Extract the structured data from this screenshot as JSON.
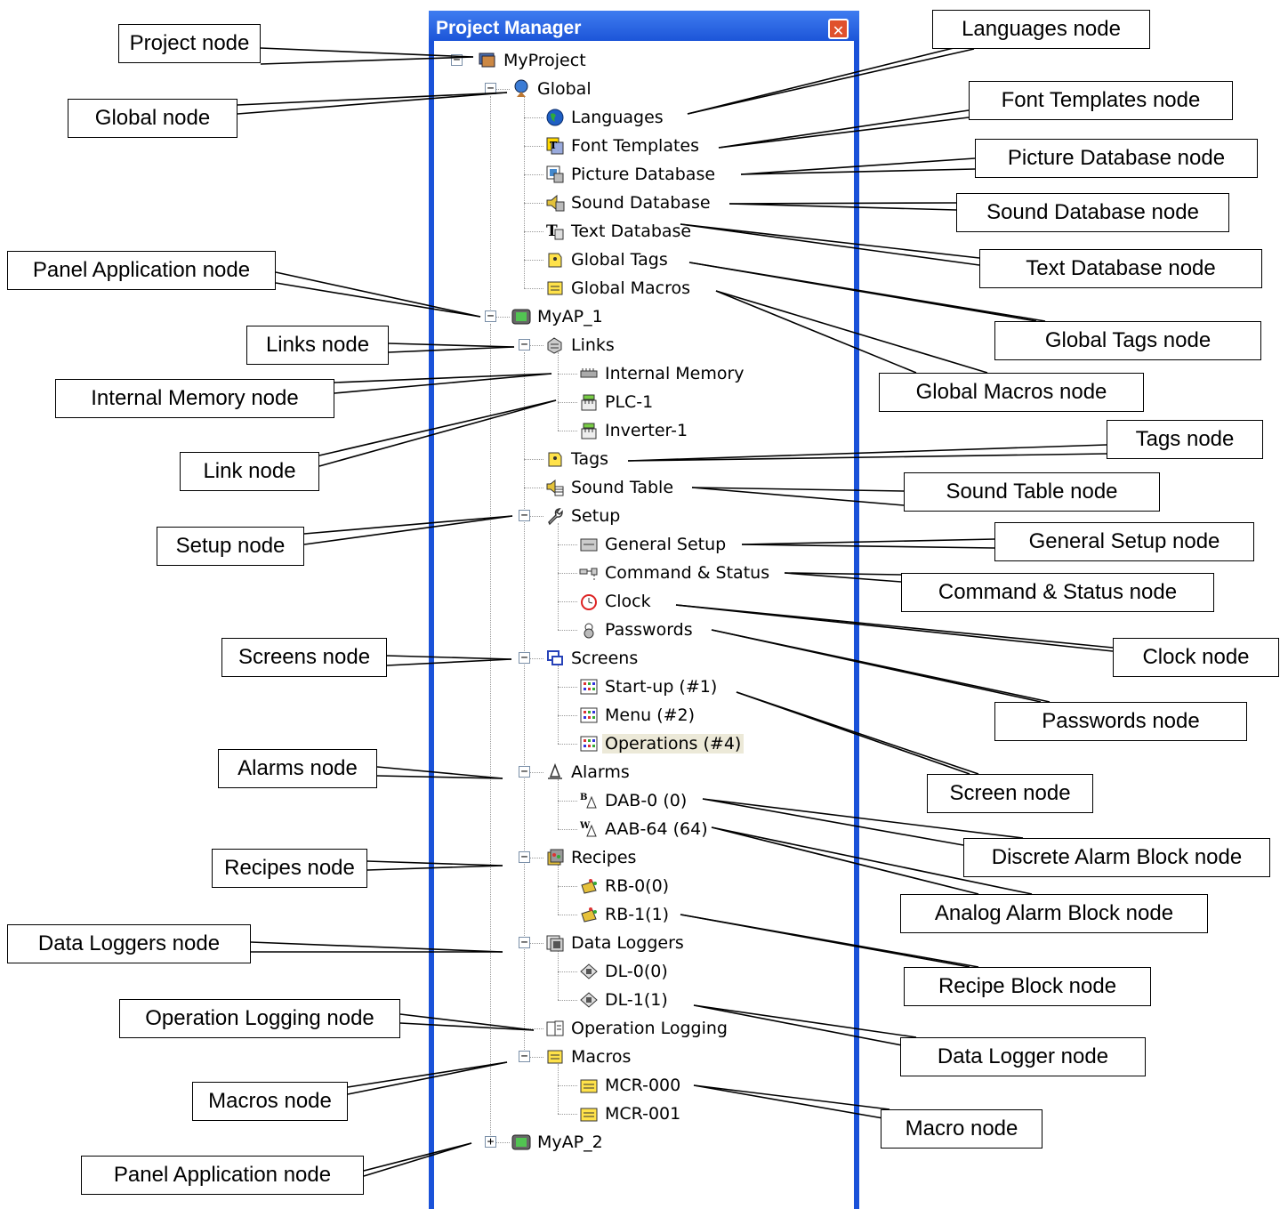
{
  "window": {
    "title": "Project Manager",
    "close_symbol": "✕"
  },
  "tree": [
    {
      "id": "myproject",
      "label": "MyProject",
      "icon": "project-icon",
      "expander": "minus"
    },
    {
      "id": "global",
      "label": "Global",
      "icon": "globe-person-icon",
      "expander": "minus"
    },
    {
      "id": "languages",
      "label": "Languages",
      "icon": "globe-icon"
    },
    {
      "id": "font-templates",
      "label": "Font Templates",
      "icon": "font-template-icon"
    },
    {
      "id": "picture-database",
      "label": "Picture Database",
      "icon": "picture-database-icon"
    },
    {
      "id": "sound-database",
      "label": "Sound Database",
      "icon": "sound-database-icon"
    },
    {
      "id": "text-database",
      "label": "Text Database",
      "icon": "text-database-icon"
    },
    {
      "id": "global-tags",
      "label": "Global Tags",
      "icon": "tags-icon"
    },
    {
      "id": "global-macros",
      "label": "Global Macros",
      "icon": "macros-icon"
    },
    {
      "id": "myap-1",
      "label": "MyAP_1",
      "icon": "panel-icon",
      "expander": "minus"
    },
    {
      "id": "links",
      "label": "Links",
      "icon": "links-icon",
      "expander": "minus"
    },
    {
      "id": "internal-memory",
      "label": "Internal Memory",
      "icon": "memory-chip-icon"
    },
    {
      "id": "plc-1",
      "label": "PLC-1",
      "icon": "plc-icon"
    },
    {
      "id": "inverter-1",
      "label": "Inverter-1",
      "icon": "plc-icon"
    },
    {
      "id": "tags",
      "label": "Tags",
      "icon": "tags-icon"
    },
    {
      "id": "sound-table",
      "label": "Sound Table",
      "icon": "sound-table-icon"
    },
    {
      "id": "setup",
      "label": "Setup",
      "icon": "wrench-icon",
      "expander": "minus"
    },
    {
      "id": "general-setup",
      "label": "General Setup",
      "icon": "general-setup-icon"
    },
    {
      "id": "command-status",
      "label": "Command & Status",
      "icon": "command-status-icon"
    },
    {
      "id": "clock",
      "label": "Clock",
      "icon": "clock-icon"
    },
    {
      "id": "passwords",
      "label": "Passwords",
      "icon": "password-icon"
    },
    {
      "id": "screens",
      "label": "Screens",
      "icon": "screens-icon",
      "expander": "minus"
    },
    {
      "id": "startup",
      "label": "Start-up (#1)",
      "icon": "screen-icon"
    },
    {
      "id": "menu",
      "label": "Menu (#2)",
      "icon": "screen-icon"
    },
    {
      "id": "operations",
      "label": "Operations (#4)",
      "icon": "screen-icon",
      "selected": true
    },
    {
      "id": "alarms",
      "label": "Alarms",
      "icon": "bell-icon",
      "expander": "minus"
    },
    {
      "id": "dab-0",
      "label": "DAB-0 (0)",
      "icon": "discrete-alarm-icon"
    },
    {
      "id": "aab-64",
      "label": "AAB-64 (64)",
      "icon": "analog-alarm-icon"
    },
    {
      "id": "recipes",
      "label": "Recipes",
      "icon": "recipes-icon",
      "expander": "minus"
    },
    {
      "id": "rb-0",
      "label": "RB-0(0)",
      "icon": "recipe-icon"
    },
    {
      "id": "rb-1",
      "label": "RB-1(1)",
      "icon": "recipe-icon"
    },
    {
      "id": "data-loggers",
      "label": "Data Loggers",
      "icon": "data-loggers-icon",
      "expander": "minus"
    },
    {
      "id": "dl-0",
      "label": "DL-0(0)",
      "icon": "data-logger-icon"
    },
    {
      "id": "dl-1",
      "label": "DL-1(1)",
      "icon": "data-logger-icon"
    },
    {
      "id": "operation-logging",
      "label": "Operation Logging",
      "icon": "operation-logging-icon"
    },
    {
      "id": "macros",
      "label": "Macros",
      "icon": "macros-icon",
      "expander": "minus"
    },
    {
      "id": "mcr-000",
      "label": "MCR-000",
      "icon": "macro-icon"
    },
    {
      "id": "mcr-001",
      "label": "MCR-001",
      "icon": "macro-icon"
    },
    {
      "id": "myap-2",
      "label": "MyAP_2",
      "icon": "panel-icon",
      "expander": "plus"
    }
  ],
  "callouts": [
    {
      "id": "project-node",
      "text": "Project node"
    },
    {
      "id": "global-node",
      "text": "Global node"
    },
    {
      "id": "panel-application-node-1",
      "text": "Panel Application node"
    },
    {
      "id": "links-node",
      "text": "Links node"
    },
    {
      "id": "internal-memory-node",
      "text": "Internal Memory node"
    },
    {
      "id": "link-node",
      "text": "Link node"
    },
    {
      "id": "setup-node",
      "text": "Setup node"
    },
    {
      "id": "screens-node",
      "text": "Screens node"
    },
    {
      "id": "alarms-node",
      "text": "Alarms node"
    },
    {
      "id": "recipes-node",
      "text": "Recipes node"
    },
    {
      "id": "data-loggers-node",
      "text": "Data Loggers node"
    },
    {
      "id": "operation-logging-node",
      "text": "Operation Logging node"
    },
    {
      "id": "macros-node",
      "text": "Macros node"
    },
    {
      "id": "panel-application-node-2",
      "text": "Panel Application node"
    },
    {
      "id": "languages-node",
      "text": "Languages node"
    },
    {
      "id": "font-templates-node",
      "text": "Font Templates node"
    },
    {
      "id": "picture-database-node",
      "text": "Picture Database node"
    },
    {
      "id": "sound-database-node",
      "text": "Sound Database node"
    },
    {
      "id": "text-database-node",
      "text": "Text Database node"
    },
    {
      "id": "global-tags-node",
      "text": "Global Tags node"
    },
    {
      "id": "global-macros-node",
      "text": "Global Macros node"
    },
    {
      "id": "tags-node",
      "text": "Tags node"
    },
    {
      "id": "sound-table-node",
      "text": "Sound Table node"
    },
    {
      "id": "general-setup-node",
      "text": "General Setup node"
    },
    {
      "id": "command-status-node",
      "text": "Command & Status node"
    },
    {
      "id": "clock-node",
      "text": "Clock node"
    },
    {
      "id": "passwords-node",
      "text": "Passwords node"
    },
    {
      "id": "screen-node",
      "text": "Screen node"
    },
    {
      "id": "discrete-alarm-block-node",
      "text": "Discrete Alarm Block node"
    },
    {
      "id": "analog-alarm-block-node",
      "text": "Analog Alarm Block node"
    },
    {
      "id": "recipe-block-node",
      "text": "Recipe Block node"
    },
    {
      "id": "data-logger-node",
      "text": "Data Logger node"
    },
    {
      "id": "macro-node",
      "text": "Macro node"
    }
  ],
  "colors": {
    "title_bar": "#1c55d8",
    "panel_border": "#1a52d9",
    "selection": "#ece9d8",
    "close_button": "#e0512c"
  }
}
